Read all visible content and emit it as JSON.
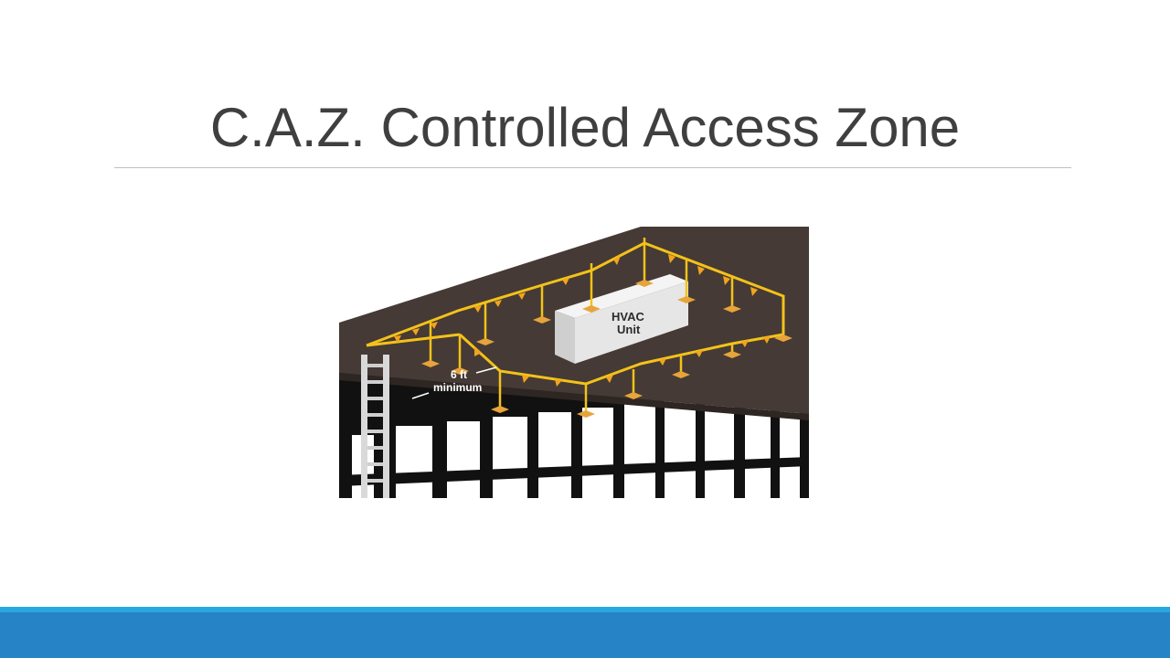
{
  "slide": {
    "title": "C.A.Z. Controlled Access Zone"
  },
  "illustration": {
    "hvac_label_line1": "HVAC",
    "hvac_label_line2": "Unit",
    "distance_label_line1": "6 ft",
    "distance_label_line2": "minimum",
    "colors": {
      "roof": "#453a35",
      "building_frame": "#111111",
      "warning_line": "#f3c21a",
      "flags": "#f2a51c",
      "hvac_unit": "#e9e9e9",
      "ladder": "#dcdcdc"
    }
  },
  "theme": {
    "footer_accent": "#29a8e0",
    "footer_bar": "#2583c6"
  }
}
